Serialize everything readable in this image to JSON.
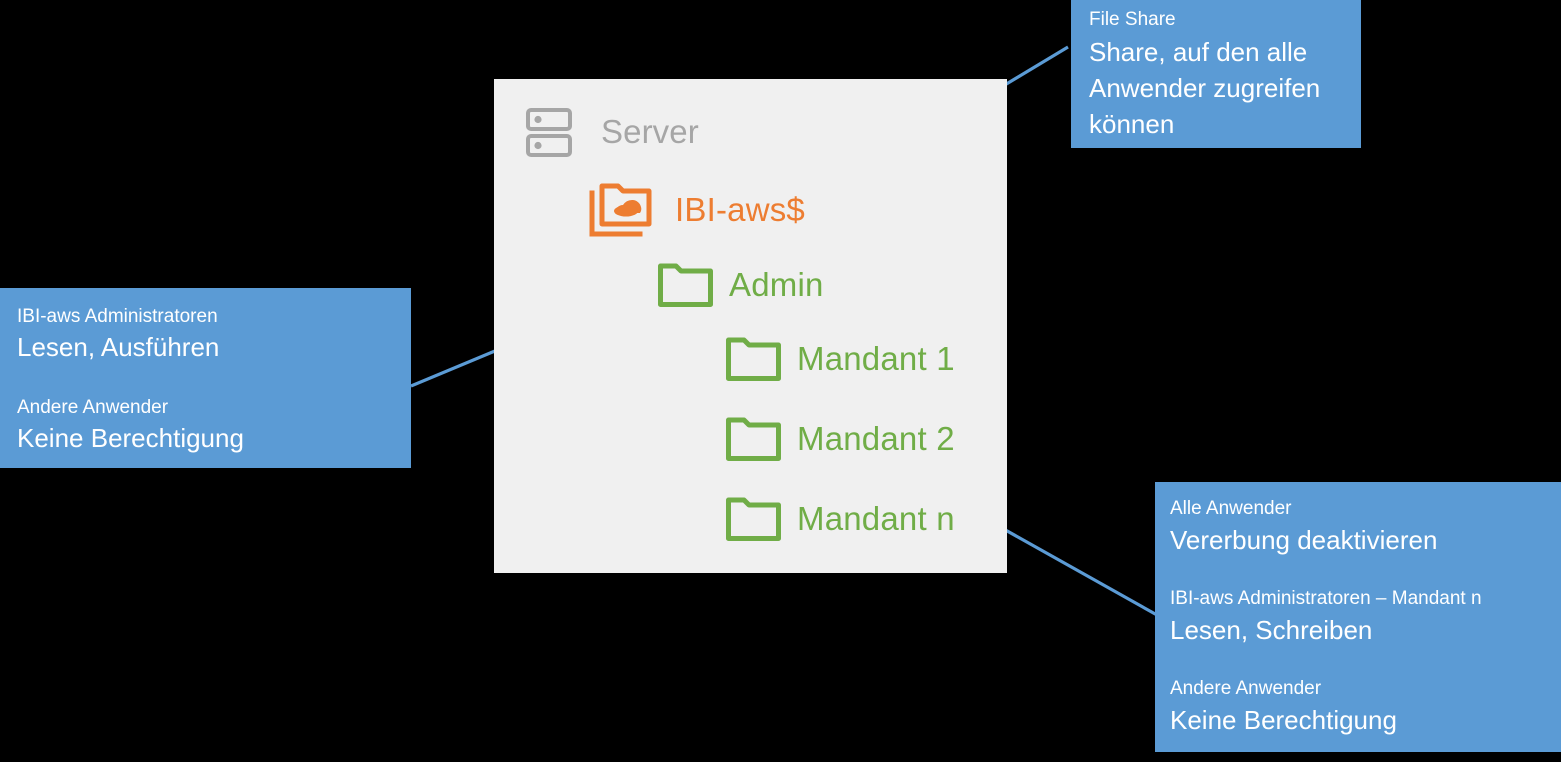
{
  "colors": {
    "background": "#000000",
    "panel": "#f0f0f0",
    "callout": "#5b9bd5",
    "arrow": "#5b9bd5",
    "folder_green": "#70ad47",
    "share_orange": "#ed7d31",
    "server_gray": "#a6a6a6",
    "callout_text": "#ffffff"
  },
  "panel": {
    "nodes": [
      {
        "id": "server",
        "label": "Server",
        "icon": "server-icon",
        "color": "#a6a6a6"
      },
      {
        "id": "share",
        "label": "IBI-aws$",
        "icon": "cloud-folder-icon",
        "color": "#ed7d31"
      },
      {
        "id": "admin",
        "label": "Admin",
        "icon": "folder-icon",
        "color": "#70ad47"
      },
      {
        "id": "mandant-1",
        "label": "Mandant 1",
        "icon": "folder-icon",
        "color": "#70ad47"
      },
      {
        "id": "mandant-2",
        "label": "Mandant 2",
        "icon": "folder-icon",
        "color": "#70ad47"
      },
      {
        "id": "mandant-n",
        "label": "Mandant n",
        "icon": "folder-icon",
        "color": "#70ad47"
      }
    ]
  },
  "callouts": {
    "share": {
      "title": "File Share",
      "body_line_1": "Share, auf den alle",
      "body_line_2": "Anwender zugreifen",
      "body_line_3": "können"
    },
    "admin": {
      "group_1": "IBI-aws Administratoren",
      "rights_1": "Lesen, Ausführen",
      "group_2": "Andere Anwender",
      "rights_2": "Keine Berechtigung"
    },
    "mandant": {
      "group_1": "Alle Anwender",
      "rights_1": "Vererbung deaktivieren",
      "group_2": "IBI-aws Administratoren – Mandant n",
      "rights_2": "Lesen, Schreiben",
      "group_3": "Andere Anwender",
      "rights_3": "Keine Berechtigung"
    }
  }
}
